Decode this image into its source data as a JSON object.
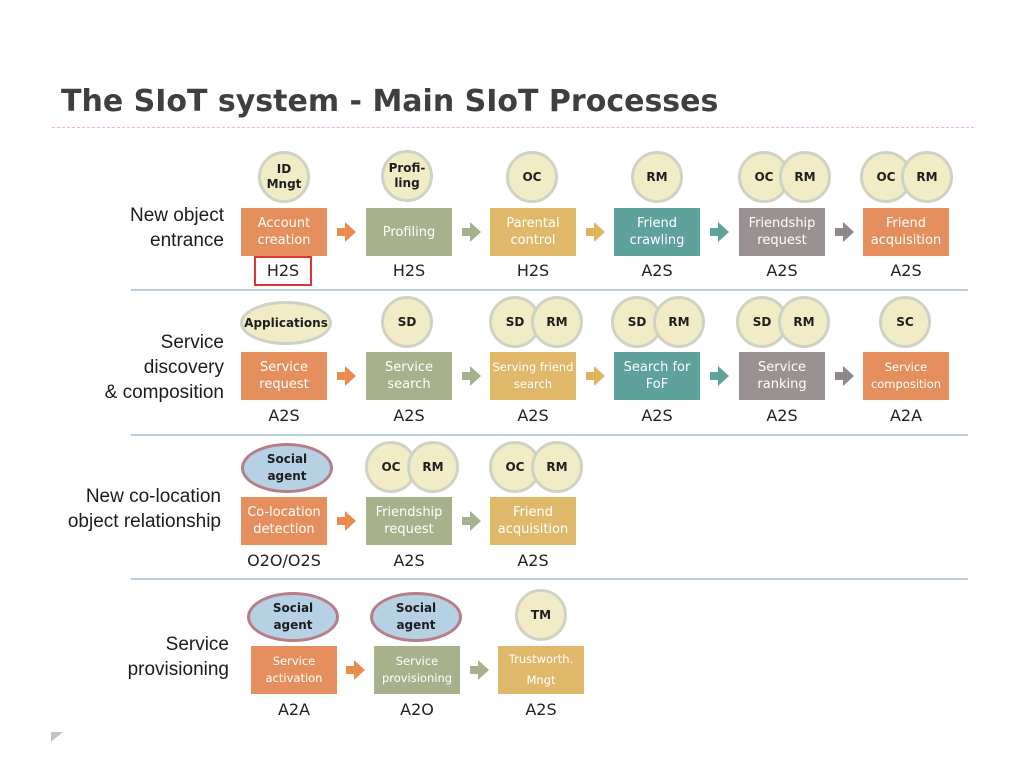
{
  "slide": {
    "title": "The SIoT system - Main SIoT Processes"
  },
  "rows": [
    {
      "label": [
        "New object",
        "entrance"
      ],
      "steps": [
        {
          "badges": [
            "ID\nMngt"
          ],
          "process": "Account\ncreation",
          "type": "H2S"
        },
        {
          "badges": [
            "Profi-\nling"
          ],
          "process": "Profiling",
          "type": "H2S"
        },
        {
          "badges": [
            "OC"
          ],
          "process": "Parental\ncontrol",
          "type": "H2S"
        },
        {
          "badges": [
            "RM"
          ],
          "process": "Friend\ncrawling",
          "type": "A2S"
        },
        {
          "badges": [
            "OC",
            "RM"
          ],
          "process": "Friendship\nrequest",
          "type": "A2S"
        },
        {
          "badges": [
            "OC",
            "RM"
          ],
          "process": "Friend\nacquisition",
          "type": "A2S"
        }
      ]
    },
    {
      "label": [
        "Service",
        "discovery",
        "& composition"
      ],
      "steps": [
        {
          "badges": [
            "Applications"
          ],
          "process": "Service\nrequest",
          "type": "A2S"
        },
        {
          "badges": [
            "SD"
          ],
          "process": "Service\nsearch",
          "type": "A2S"
        },
        {
          "badges": [
            "SD",
            "RM"
          ],
          "process": "Serving friend\nsearch",
          "type": "A2S"
        },
        {
          "badges": [
            "SD",
            "RM"
          ],
          "process": "Search for\nFoF",
          "type": "A2S"
        },
        {
          "badges": [
            "SD",
            "RM"
          ],
          "process": "Service\nranking",
          "type": "A2S"
        },
        {
          "badges": [
            "SC"
          ],
          "process": "Service\ncomposition",
          "type": "A2A"
        }
      ]
    },
    {
      "label": [
        "New co-location",
        "object relationship"
      ],
      "steps": [
        {
          "badges": [
            "Social\nagent"
          ],
          "process": "Co-location\ndetection",
          "type": "O2O/O2S"
        },
        {
          "badges": [
            "OC",
            "RM"
          ],
          "process": "Friendship\nrequest",
          "type": "A2S"
        },
        {
          "badges": [
            "OC",
            "RM"
          ],
          "process": "Friend\nacquisition",
          "type": "A2S"
        }
      ]
    },
    {
      "label": [
        "Service",
        "provisioning"
      ],
      "steps": [
        {
          "badges": [
            "Social\nagent"
          ],
          "process": "Service\nactivation",
          "type": "A2A"
        },
        {
          "badges": [
            "Social\nagent"
          ],
          "process": "Service\nprovisioning",
          "type": "A2O"
        },
        {
          "badges": [
            "TM"
          ],
          "process": "Trustworth.\nMngt",
          "type": "A2S"
        }
      ]
    }
  ],
  "colors": {
    "orange": "#e48f5d",
    "green": "#a7b18c",
    "gold": "#dfb869",
    "teal": "#5fa29b",
    "gray": "#9a9292",
    "highlight_border": "#e03434"
  }
}
